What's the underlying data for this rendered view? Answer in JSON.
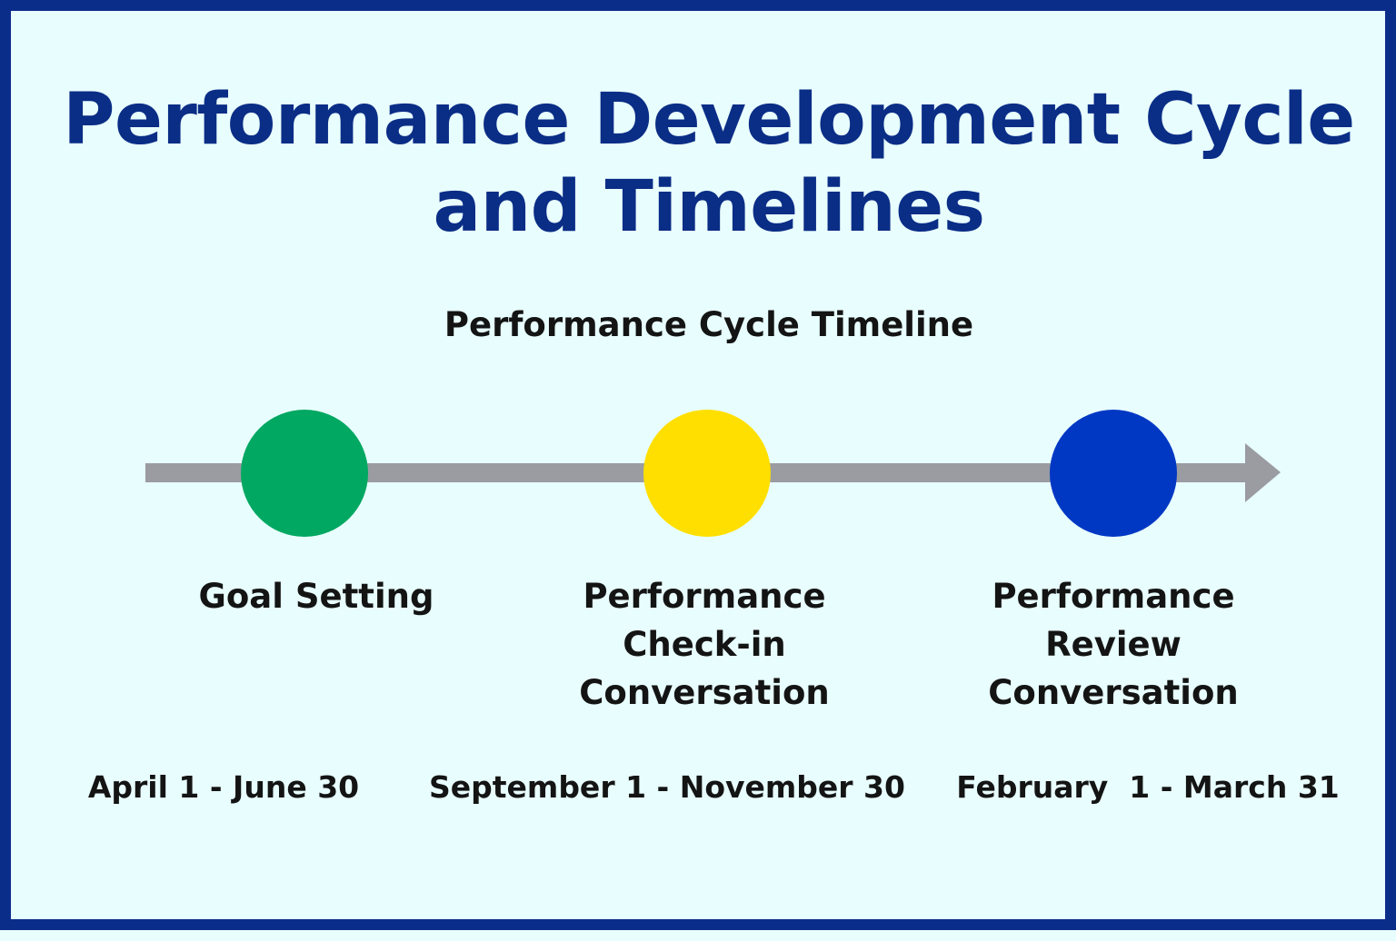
{
  "title": "Performance Development Cycle and Timelines",
  "subtitle": "Performance Cycle Timeline",
  "colors": {
    "border": "#0b2d8a",
    "background": "#e8fdfd",
    "title": "#0a2d86",
    "arrow": "#9a9ca2",
    "text": "#141414"
  },
  "stages": [
    {
      "label": "Goal Setting",
      "dates": "April 1 - June 30",
      "color": "#00a862"
    },
    {
      "label": "Performance\nCheck-in\nConversation",
      "dates": "September 1 - November 30",
      "color": "#ffdf00"
    },
    {
      "label": "Performance\nReview\nConversation",
      "dates": "February  1 - March 31",
      "color": "#0038c4"
    }
  ]
}
